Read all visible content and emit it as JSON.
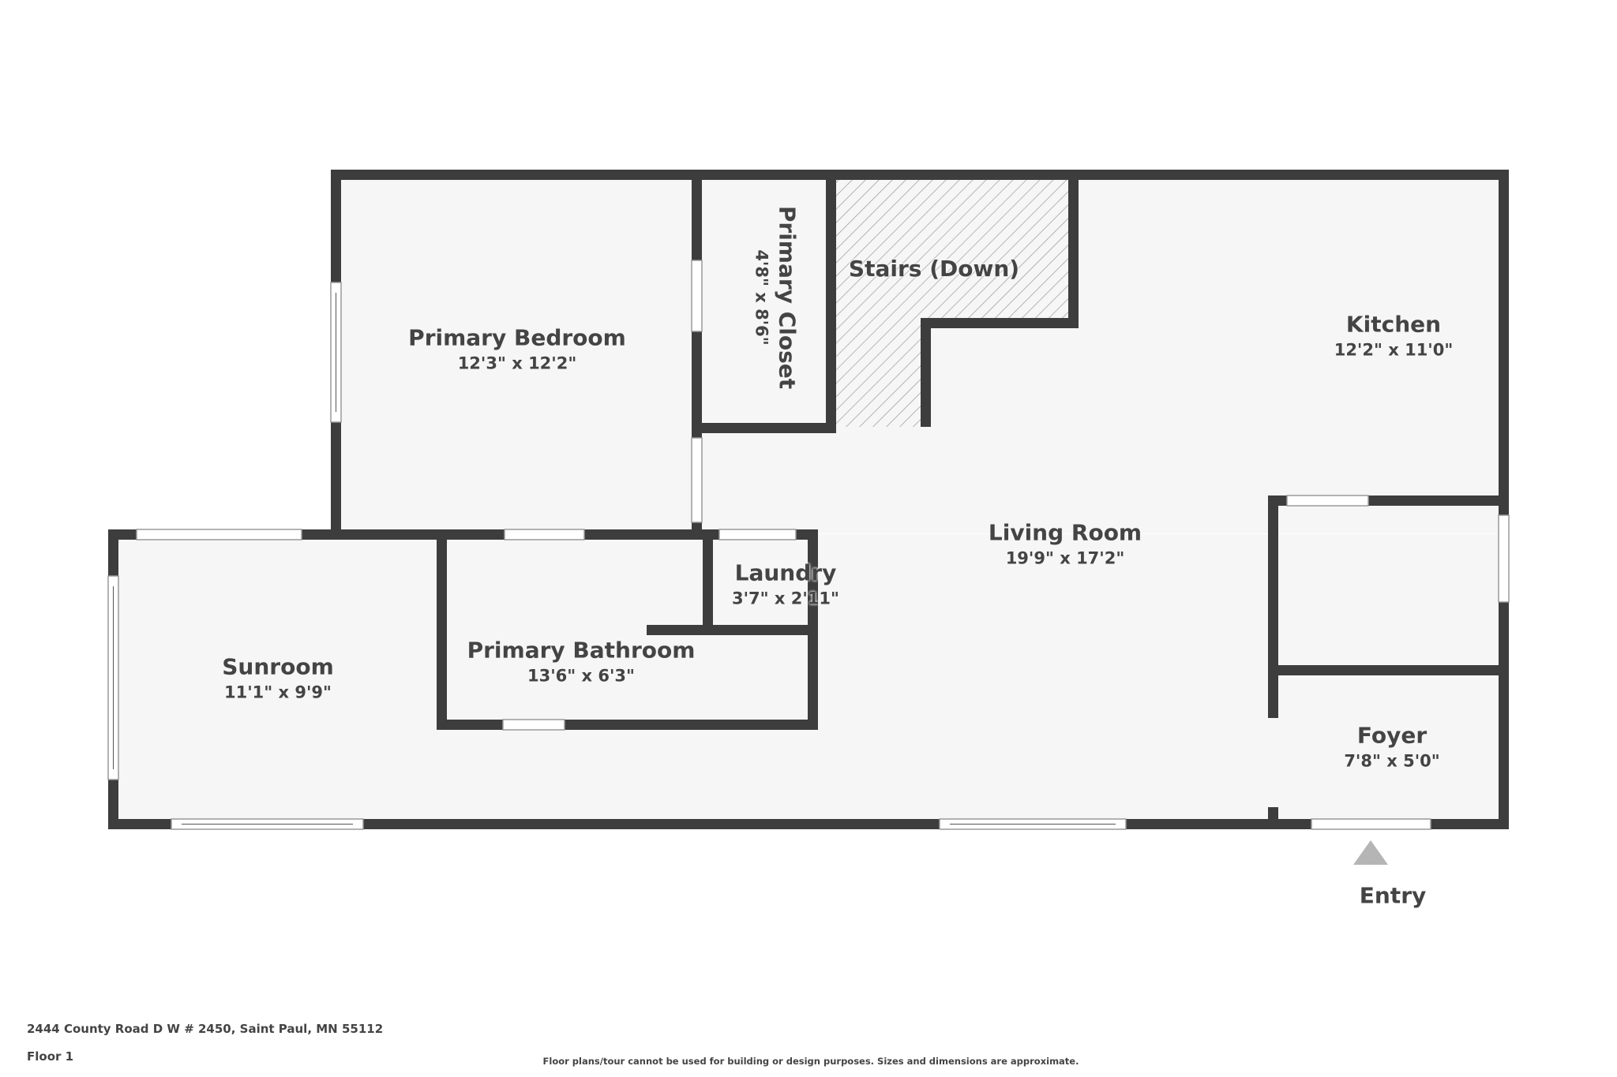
{
  "plan": {
    "colors": {
      "wall": "#3d3d3d",
      "floor": "#f6f6f6",
      "window": "#ffffff",
      "text": "#444444",
      "entry_arrow": "#b5b5b5",
      "stairs_hatch": "#9a9a9a"
    },
    "rooms": [
      {
        "id": "primary-bedroom",
        "name": "Primary Bedroom",
        "dims": "12'3\" x 12'2\""
      },
      {
        "id": "primary-closet",
        "name": "Primary Closet",
        "dims": "4'8\" x 8'6\""
      },
      {
        "id": "stairs",
        "name": "Stairs (Down)",
        "dims": ""
      },
      {
        "id": "kitchen",
        "name": "Kitchen",
        "dims": "12'2\" x 11'0\""
      },
      {
        "id": "living-room",
        "name": "Living Room",
        "dims": "19'9\" x 17'2\""
      },
      {
        "id": "laundry",
        "name": "Laundry",
        "dims": "3'7\" x 2'11\""
      },
      {
        "id": "primary-bathroom",
        "name": "Primary Bathroom",
        "dims": "13'6\" x 6'3\""
      },
      {
        "id": "sunroom",
        "name": "Sunroom",
        "dims": "11'1\" x 9'9\""
      },
      {
        "id": "foyer",
        "name": "Foyer",
        "dims": "7'8\" x 5'0\""
      }
    ],
    "entry": {
      "label": "Entry",
      "icon": "triangle-up-arrow-icon"
    }
  },
  "footer": {
    "address": "2444 County Road D W # 2450, Saint Paul, MN 55112",
    "floor": "Floor 1",
    "disclaimer": "Floor plans/tour cannot be used for building or design purposes. Sizes and dimensions are approximate."
  }
}
